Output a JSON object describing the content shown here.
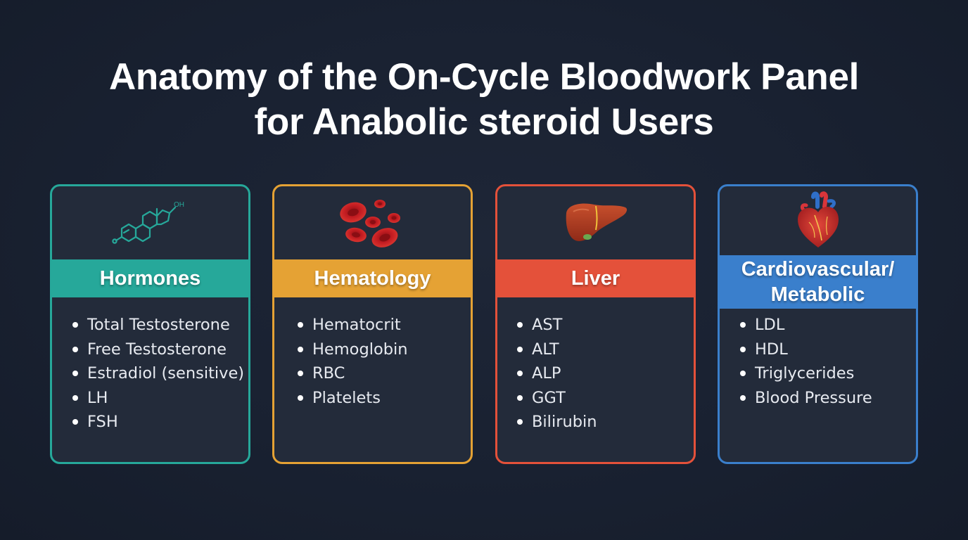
{
  "title": {
    "line1": "Anatomy of the On-Cycle Bloodwork Panel",
    "line2": "for Anabolic steroid Users"
  },
  "cards": [
    {
      "heading": "Hormones",
      "icon": "steroid-molecule-icon",
      "color": "#26a89a",
      "icon_text": "OH",
      "items": [
        "Total Testosterone",
        "Free Testosterone",
        "Estradiol (sensitive)",
        "LH",
        "FSH"
      ]
    },
    {
      "heading": "Hematology",
      "icon": "red-blood-cells-icon",
      "color": "#e5a234",
      "items": [
        "Hematocrit",
        "Hemoglobin",
        "RBC",
        "Platelets"
      ]
    },
    {
      "heading": "Liver",
      "icon": "liver-icon",
      "color": "#e4513a",
      "items": [
        "AST",
        "ALT",
        "ALP",
        "GGT",
        "Bilirubin"
      ]
    },
    {
      "heading_line1": "Cardiovascular/",
      "heading_line2": "Metabolic",
      "icon": "heart-icon",
      "color": "#3a7fcc",
      "items": [
        "LDL",
        "HDL",
        "Triglycerides",
        "Blood Pressure"
      ]
    }
  ]
}
